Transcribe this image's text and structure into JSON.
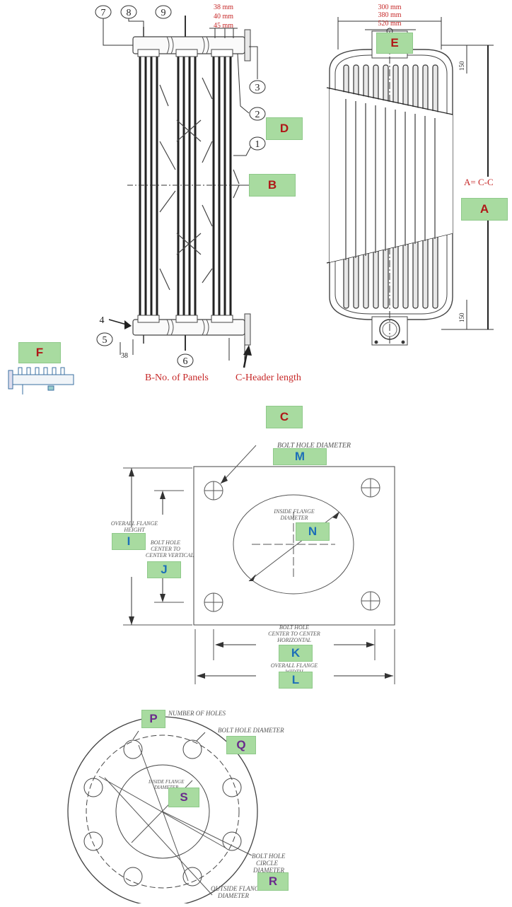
{
  "dimensions": {
    "d1": "38 mm",
    "d2": "40 mm",
    "d3": "45 mm",
    "w1": "300 mm",
    "w2": "380 mm",
    "w3": "520 mm",
    "cc": "A= C-C",
    "top150": "150",
    "bot150": "150",
    "small38": "38"
  },
  "callouts": {
    "c7": "7",
    "c8": "8",
    "c9": "9",
    "c3": "3",
    "c2": "2",
    "c1": "1",
    "c4": "4",
    "c5": "5",
    "c6": "6"
  },
  "captions": {
    "panels": "B-No. of Panels",
    "header": "C-Header length"
  },
  "badges": {
    "A": "A",
    "B": "B",
    "C": "C",
    "D": "D",
    "E": "E",
    "F": "F",
    "I": "I",
    "J": "J",
    "K": "K",
    "L": "L",
    "M": "M",
    "N": "N",
    "P": "P",
    "Q": "Q",
    "R": "R",
    "S": "S"
  },
  "square_flange": {
    "bolt_hole": "BOLT HOLE DIAMETER",
    "inside1": "INSIDE FLANGE",
    "inside2": "DIAMETER",
    "ofh1": "OVERALL FLANGE",
    "ofh2": "HEIGHT",
    "bv1": "BOLT HOLE",
    "bv2": "CENTER TO",
    "bv3": "CENTER VERTICAL",
    "bh1": "BOLT HOLE",
    "bh2": "CENTER TO CENTER",
    "bh3": "HORIZONTAL",
    "ofw1": "OVERALL FLANGE",
    "ofw2": "WIDTH"
  },
  "round_flange": {
    "holes": "NUMBER OF HOLES",
    "bolt_hole": "BOLT HOLE DIAMETER",
    "inside1": "INSIDE FLANGE",
    "inside2": "DIAMETER",
    "circle1": "BOLT HOLE",
    "circle2": "CIRCLE",
    "circle3": "DIAMETER",
    "outside1": "OUTSIDE FLANGE",
    "outside2": "DIAMETER"
  },
  "colors": {
    "badge_bg": "#a8dba0",
    "red_letters": "#b01818",
    "blue_letters": "#1d6fb8",
    "purple_letters": "#6a2a8c",
    "dimension_red": "#c62828"
  }
}
